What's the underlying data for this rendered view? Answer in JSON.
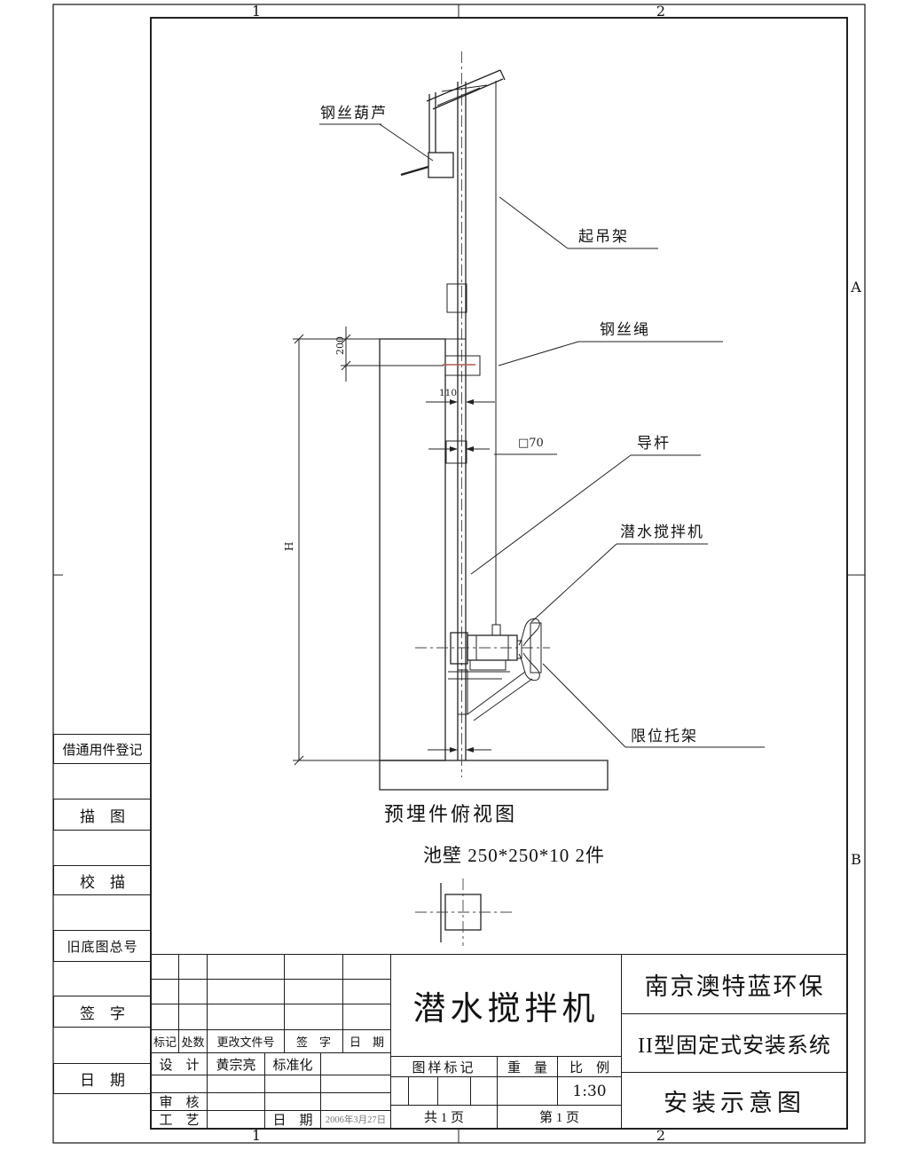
{
  "sheet": {
    "zone_columns": [
      "1",
      "2"
    ],
    "zone_rows": [
      "A",
      "B"
    ],
    "colors": {
      "line": "#222222",
      "red_mark": "#b25b52",
      "paper": "#ffffff"
    }
  },
  "drawing": {
    "labels": {
      "hoist": "钢丝葫芦",
      "lifting_frame": "起吊架",
      "wire_rope": "钢丝绳",
      "guide_rod": "导杆",
      "mixer": "潜水搅拌机",
      "limit_bracket": "限位托架"
    },
    "dims": {
      "d200": "200",
      "d110": "110",
      "square70": "□70",
      "height_mark": "H"
    },
    "captions": {
      "embed_view": "预埋件俯视图",
      "wall_spec": "池壁  250*250*10  2件"
    }
  },
  "sidebar": {
    "items": [
      "借通用件登记",
      "描　图",
      "校　描",
      "旧底图总号",
      "签　字",
      "日　期"
    ]
  },
  "revision": {
    "headers": [
      "标记",
      "处数",
      "更改文件号",
      "签　字",
      "日　期"
    ],
    "design_label": "设　计",
    "designer": "黄宗亮",
    "standard_label": "标准化",
    "check_label": "审　核",
    "process_label": "工　艺",
    "date_label": "日　期",
    "date_value": "2006年3月27日"
  },
  "title_block": {
    "product": "潜水搅拌机",
    "company": "南京澳特蓝环保",
    "system": "II型固定式安装系统",
    "drawing_title": "安装示意图",
    "mark_label": "图样标记",
    "weight_label": "重　量",
    "scale_label": "比　例",
    "scale_value": "1:30",
    "sheets_total": "共  1  页",
    "sheet_number": "第  1  页"
  }
}
